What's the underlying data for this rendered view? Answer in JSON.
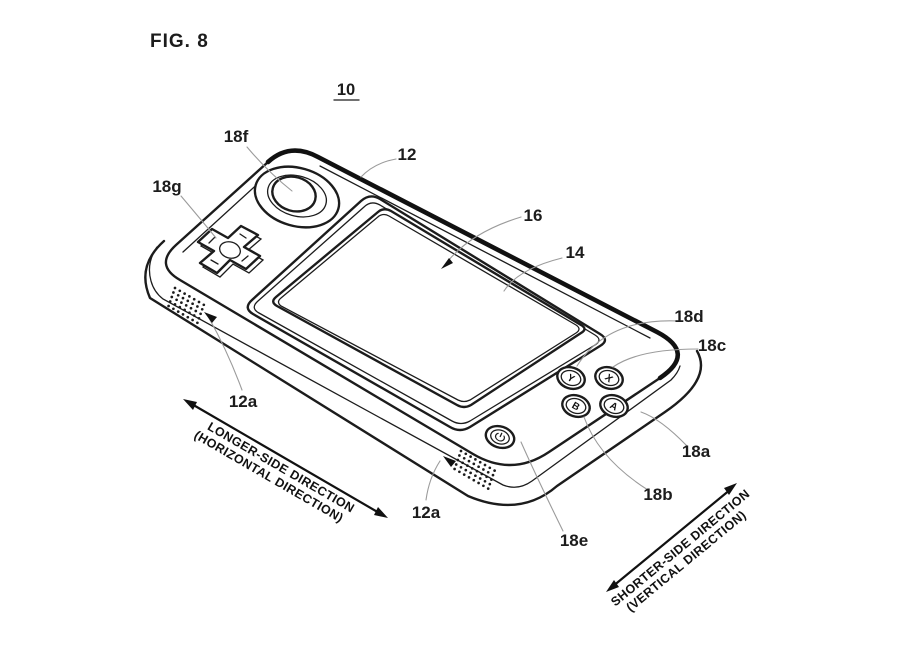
{
  "figure": {
    "caption": "FIG. 8",
    "device_number": "10"
  },
  "reference_labels": {
    "housing": "12",
    "speaker_holes": "12a",
    "bezel": "14",
    "screen": "16",
    "button_a": "18a",
    "button_b": "18b",
    "button_x": "18c",
    "button_y": "18d",
    "power_button": "18e",
    "analog_stick": "18f",
    "dpad": "18g"
  },
  "annotations": {
    "longer_side_line1": "LONGER-SIDE DIRECTION",
    "longer_side_line2": "(HORIZONTAL DIRECTION)",
    "shorter_side_line1": "SHORTER-SIDE DIRECTION",
    "shorter_side_line2": "(VERTICAL DIRECTION)"
  },
  "button_glyphs": {
    "y": "Y",
    "x": "X",
    "b": "B",
    "a": "A"
  },
  "colors": {
    "line": "#1c1c1c",
    "leader": "#9b9b9b",
    "background": "#ffffff"
  }
}
